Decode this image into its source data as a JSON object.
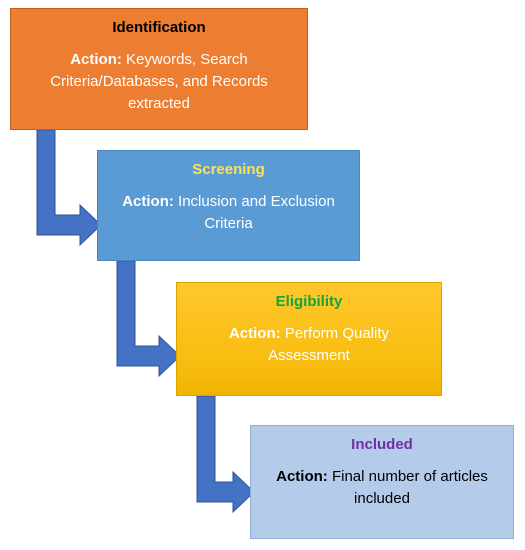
{
  "stages": [
    {
      "title": "Identification",
      "action_label": "Action:",
      "action_text": "Keywords, Search Criteria/Databases, and Records extracted"
    },
    {
      "title": "Screening",
      "action_label": "Action:",
      "action_text": "Inclusion and Exclusion Criteria"
    },
    {
      "title": "Eligibility",
      "action_label": "Action:",
      "action_text": "Perform Quality Assessment"
    },
    {
      "title": "Included",
      "action_label": "Action:",
      "action_text": "Final number of articles included"
    }
  ],
  "colors": {
    "identification": "#ed7d31",
    "screening": "#5b9bd5",
    "eligibility": "#ffc000",
    "included": "#b4cbea",
    "arrow": "#4472c4"
  }
}
